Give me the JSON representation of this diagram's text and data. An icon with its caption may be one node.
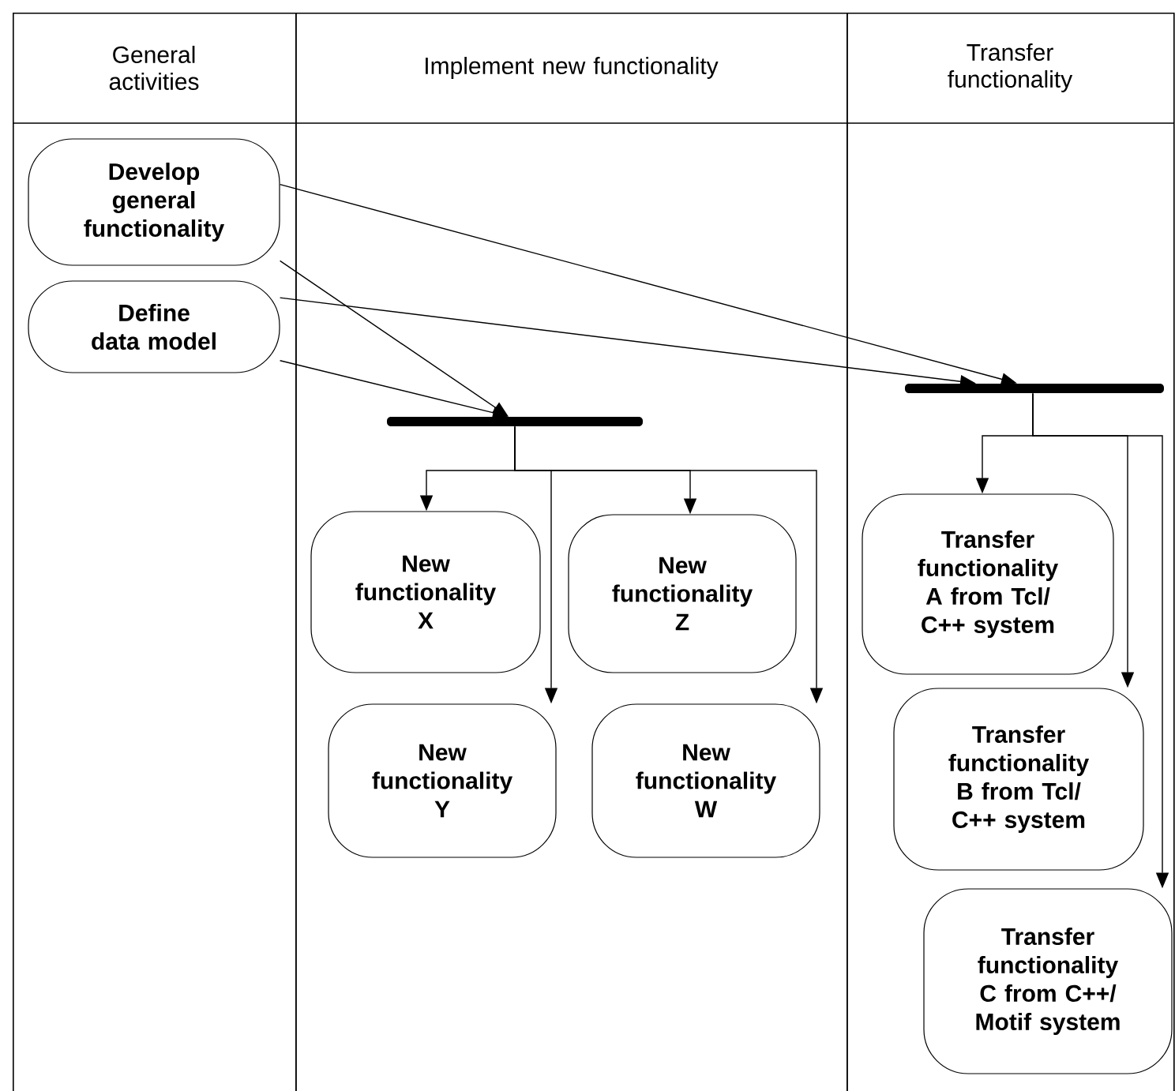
{
  "diagram": {
    "nodes": [
      {
        "text": [
          "General activities"
        ]
      },
      {
        "text": [
          "Implement new functionality"
        ]
      },
      {
        "text": [
          "Transfer functionality"
        ]
      },
      {
        "text": [
          "Develop general functionality"
        ],
        "in": 0
      },
      {
        "text": [
          "Define data model"
        ],
        "in": 0
      },
      {
        "text": [],
        "shape": "bar",
        "in": 1
      },
      {
        "text": [
          "New functionality X"
        ],
        "in": 1
      },
      {
        "text": [
          "New functionality Z"
        ],
        "in": 1
      },
      {
        "text": [
          "New functionality Y"
        ],
        "in": 1
      },
      {
        "text": [
          "New functionality W"
        ],
        "in": 1
      },
      {
        "text": [],
        "shape": "bar",
        "in": 2
      },
      {
        "text": [
          "Transfer functionality A from Tcl/ C++ system"
        ],
        "in": 2
      },
      {
        "text": [
          "Transfer functionality B from Tcl/ C++ system"
        ],
        "in": 2
      },
      {
        "text": [
          "Transfer functionality C from C++/ Motif system"
        ],
        "in": 2
      }
    ],
    "edges": [
      {
        "from": 3,
        "to": 5,
        "arrow": "to"
      },
      {
        "from": 4,
        "to": 5,
        "arrow": "to"
      },
      {
        "from": 3,
        "to": 10,
        "arrow": "to"
      },
      {
        "from": 4,
        "to": 10,
        "arrow": "to"
      },
      {
        "from": 5,
        "to": 6,
        "arrow": "to"
      },
      {
        "from": 5,
        "to": 8,
        "arrow": "to"
      },
      {
        "from": 5,
        "to": 7,
        "arrow": "to"
      },
      {
        "from": 5,
        "to": 9,
        "arrow": "to"
      },
      {
        "from": 10,
        "to": 11,
        "arrow": "to"
      },
      {
        "from": 10,
        "to": 12,
        "arrow": "to"
      },
      {
        "from": 10,
        "to": 13,
        "arrow": "to"
      }
    ]
  }
}
